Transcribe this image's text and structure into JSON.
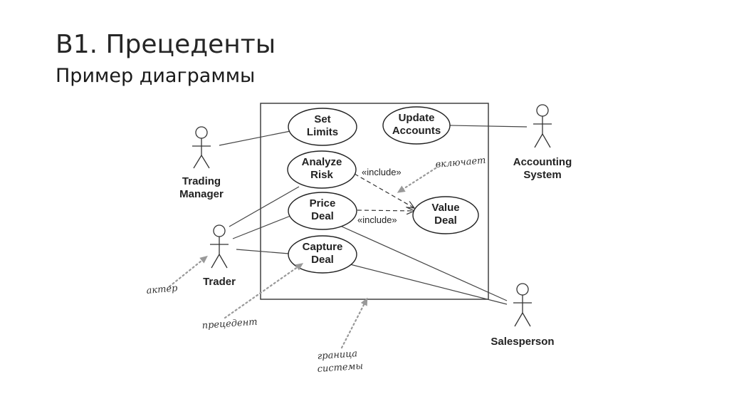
{
  "slide": {
    "title": "B1. Прецеденты",
    "subtitle": "Пример диаграммы"
  },
  "diagram": {
    "use_cases": {
      "set_limits": [
        "Set",
        "Limits"
      ],
      "update_accounts": [
        "Update",
        "Accounts"
      ],
      "analyze_risk": [
        "Analyze",
        "Risk"
      ],
      "price_deal": [
        "Price",
        "Deal"
      ],
      "value_deal": [
        "Value",
        "Deal"
      ],
      "capture_deal": [
        "Capture",
        "Deal"
      ]
    },
    "actors": {
      "trading_manager": [
        "Trading",
        "Manager"
      ],
      "accounting_system": [
        "Accounting",
        "System"
      ],
      "trader": "Trader",
      "salesperson": "Salesperson"
    },
    "include_label": "«include»",
    "annotations": {
      "includes": "включает",
      "actor": "актер",
      "use_case": "прецедент",
      "boundary": [
        "граница",
        "системы"
      ]
    }
  }
}
